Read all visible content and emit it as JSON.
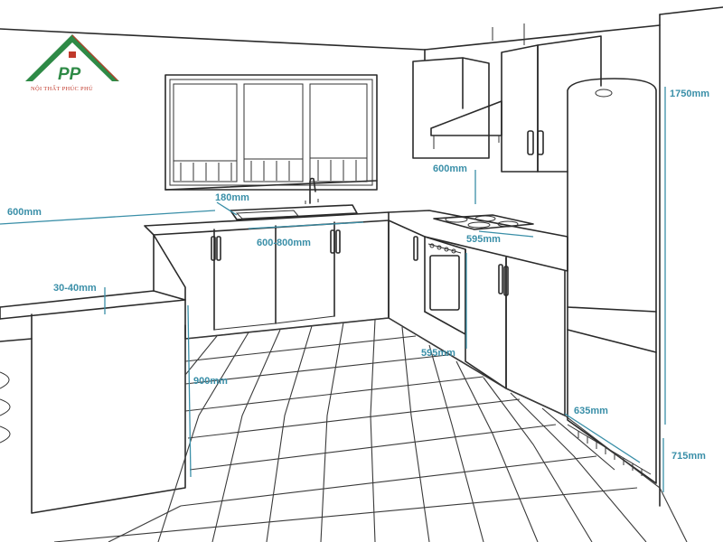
{
  "brand": {
    "logo_letters": "PP",
    "name": "NỘI THẤT PHÚC PHÚ",
    "colors": {
      "roof": "#2e8a46",
      "roof_accent": "#c0392b",
      "text": "#c0392b"
    }
  },
  "colors": {
    "dimension": "#3a8fa8",
    "line": "#2a2a2a",
    "background": "#ffffff"
  },
  "dimensions": {
    "left_counter_depth": "600mm",
    "sink_setback": "180mm",
    "sink_width": "600-800mm",
    "upper_clearance": "600mm",
    "hob_width": "595mm",
    "fridge_height": "1750mm",
    "counter_thickness": "30-40mm",
    "counter_height": "900mm",
    "oven_height": "595mm",
    "fridge_width": "635mm",
    "fridge_depth": "715mm"
  }
}
